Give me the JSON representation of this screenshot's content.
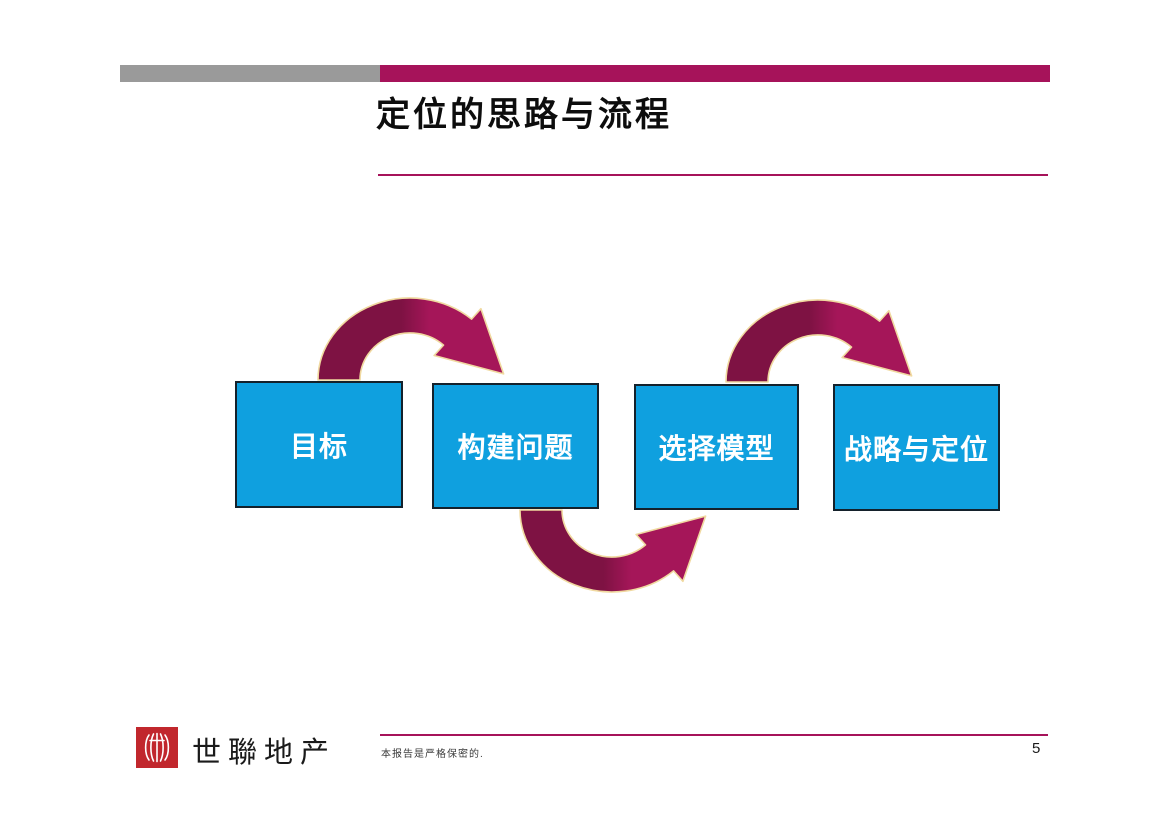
{
  "title": "定位的思路与流程",
  "page_number": "5",
  "diagram": {
    "steps": [
      {
        "label": "目标"
      },
      {
        "label": "构建问题"
      },
      {
        "label": "选择模型"
      },
      {
        "label": "战略与定位"
      }
    ]
  },
  "footer": {
    "company_name": "世聯地产",
    "confidentiality_note": "本报告是严格保密的."
  },
  "colors": {
    "accent": "#A6135A",
    "bar_gray": "#9A9A9A",
    "box_fill": "#0FA0DF",
    "box_border": "#14212B",
    "arrow_dark": "#7E1243",
    "arrow_bright": "#A51659",
    "arrow_outline": "#F0D9A0",
    "logo_red": "#C1272D"
  }
}
